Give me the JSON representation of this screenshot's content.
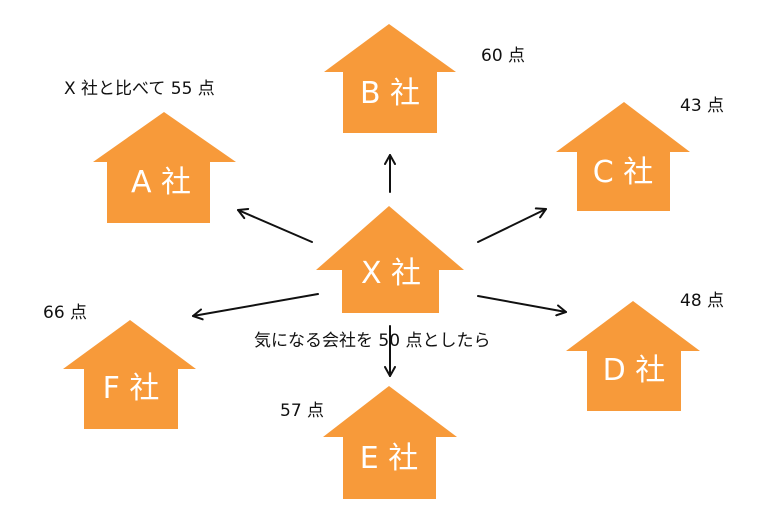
{
  "colors": {
    "house": "#F79A3A",
    "text": "#111111",
    "label": "#ffffff"
  },
  "center": {
    "label": "X 社"
  },
  "note": "X 社と比べて 55 点",
  "caption": "気になる会社を 50 点としたら",
  "companies": [
    {
      "key": "a",
      "label": "A 社",
      "score": ""
    },
    {
      "key": "b",
      "label": "B 社",
      "score": "60 点"
    },
    {
      "key": "c",
      "label": "C 社",
      "score": "43 点"
    },
    {
      "key": "d",
      "label": "D 社",
      "score": "48 点"
    },
    {
      "key": "e",
      "label": "E 社",
      "score": "57 点"
    },
    {
      "key": "f",
      "label": "F 社",
      "score": "66 点"
    }
  ]
}
